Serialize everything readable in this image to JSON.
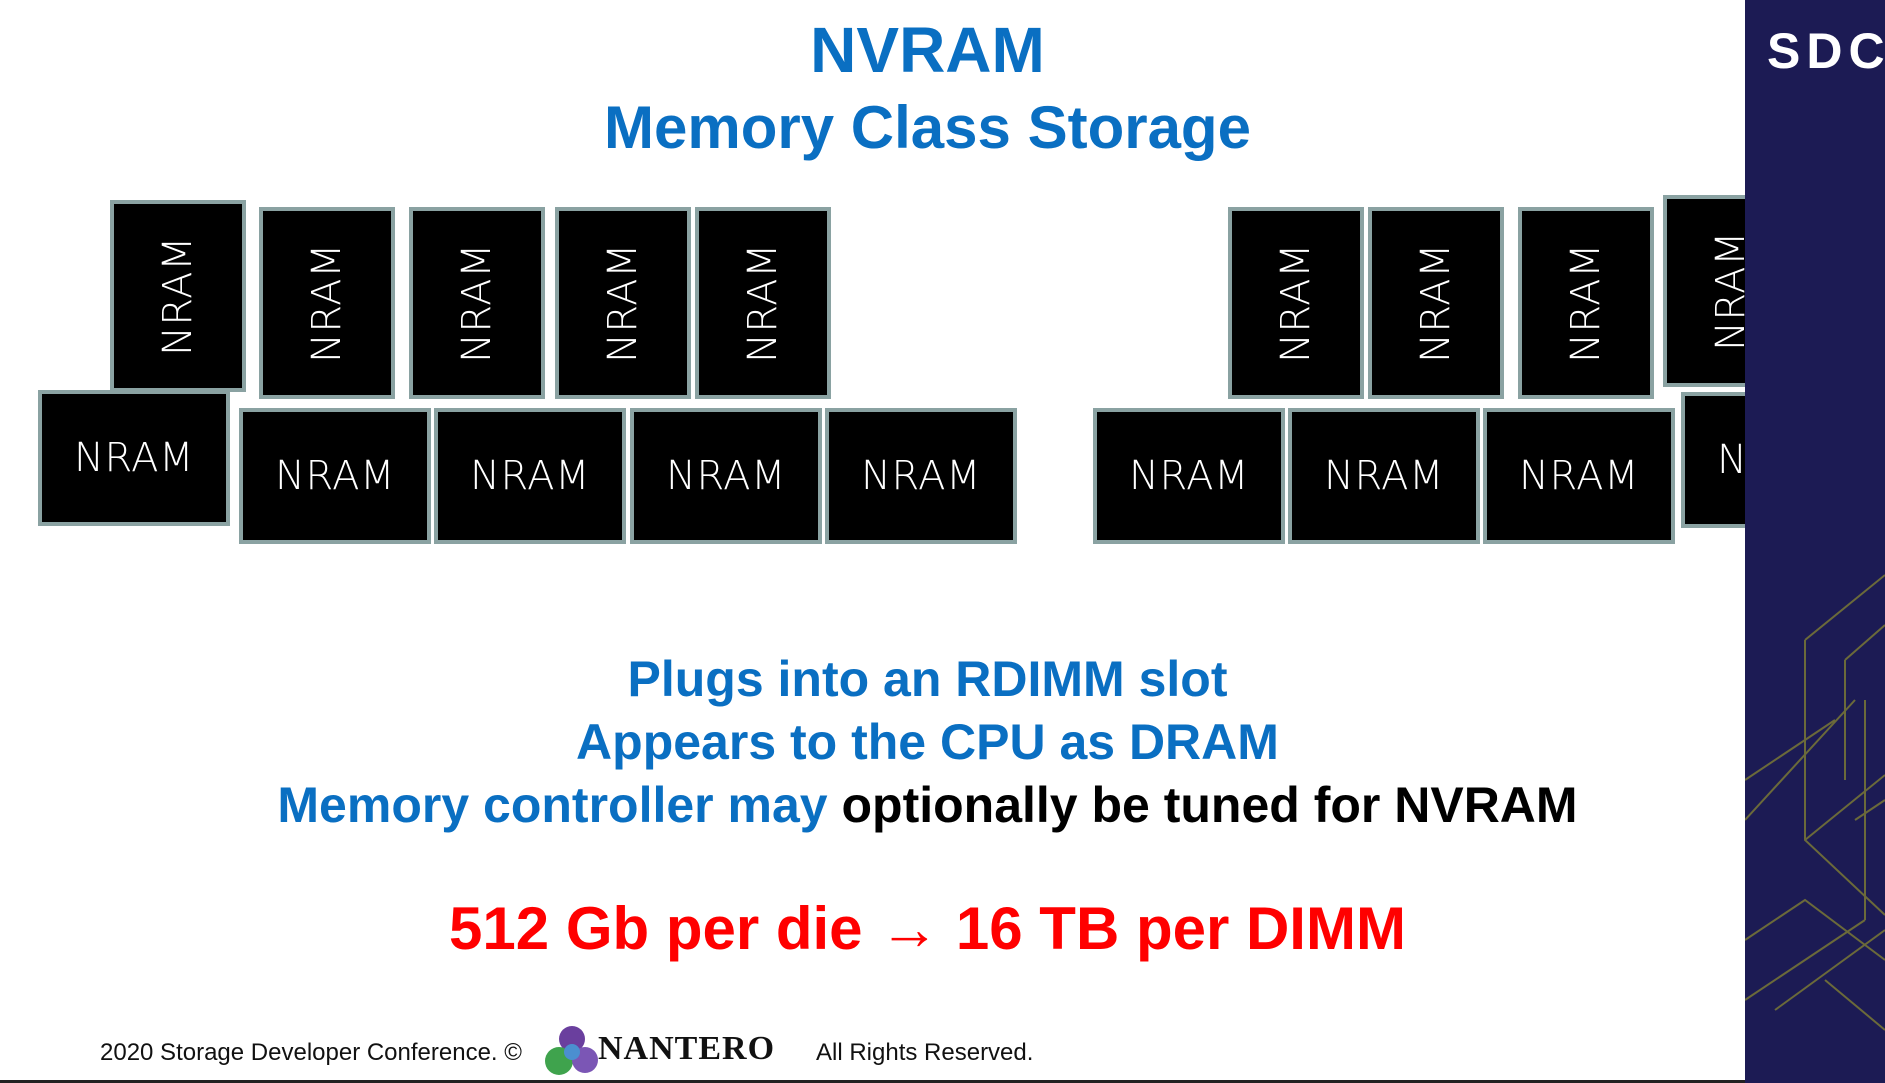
{
  "title": {
    "line1": "NVRAM",
    "line2": "Memory Class Storage"
  },
  "chips": {
    "label": "NRAM"
  },
  "body": {
    "line1": "Plugs into an RDIMM slot",
    "line2": "Appears to the CPU as DRAM",
    "line3_blue": "Memory controller may",
    "line3_black": "optionally be tuned for NVRAM",
    "line4": "512 Gb per die → 16 TB per DIMM"
  },
  "footer": {
    "left": "2020 Storage Developer Conference. ©",
    "logo": "NANTERO",
    "right": "All Rights Reserved."
  },
  "sidebar": {
    "brand": "SDC"
  },
  "colors": {
    "title_blue": "#0a6fc2",
    "highlight_red": "#ff0000",
    "chip_border": "#8aa2a2",
    "sidebar_navy": "#1c1b54"
  }
}
